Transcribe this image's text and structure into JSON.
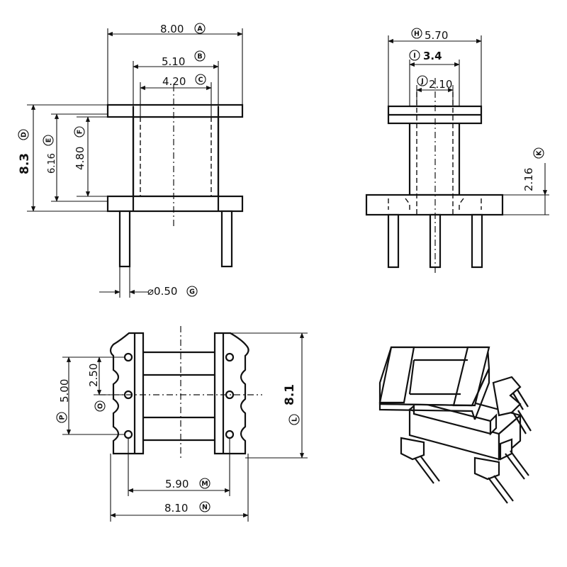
{
  "front_view": {
    "width_overall": "8.00",
    "width_overall_ref": "A",
    "width_body": "5.10",
    "width_body_ref": "B",
    "width_inner": "4.20",
    "width_inner_ref": "C",
    "height_overall": "8.3",
    "height_overall_ref": "D",
    "height_mid": "6.16",
    "height_mid_ref": "E",
    "height_inner": "4.80",
    "height_inner_ref": "F",
    "pin_diameter": "⌀0.50",
    "pin_diameter_ref": "G"
  },
  "side_view": {
    "width_flange": "5.70",
    "width_flange_ref": "H",
    "width_body": "3.4",
    "width_body_ref": "I",
    "width_core": "2.10",
    "width_core_ref": "J",
    "base_height": "2.16",
    "base_height_ref": "K"
  },
  "bottom_view": {
    "pin_pitch": "2.50",
    "pin_pitch_ref": "O",
    "pin_span": "5.00",
    "pin_span_ref": "P",
    "length": "8.1",
    "length_ref": "L",
    "row_spacing": "5.90",
    "row_spacing_ref": "M",
    "width_overall": "8.10",
    "width_overall_ref": "N"
  }
}
